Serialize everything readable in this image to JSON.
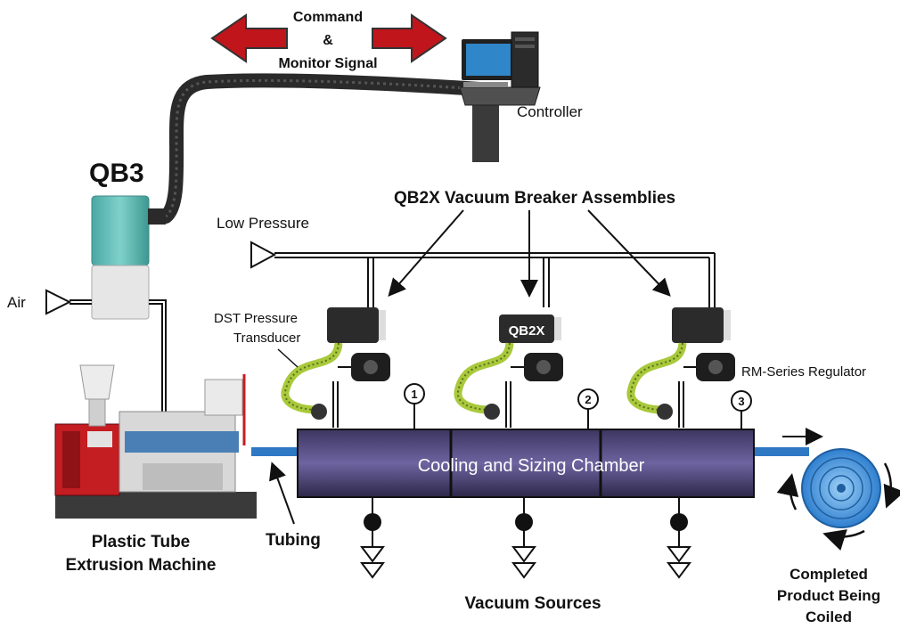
{
  "signal": {
    "line1": "Command",
    "line2": "&",
    "line3": "Monitor Signal"
  },
  "controller_label": "Controller",
  "qb3_label": "QB3",
  "air_label": "Air",
  "low_pressure_label": "Low Pressure",
  "qb2x_assemblies_label": "QB2X Vacuum Breaker Assemblies",
  "qb2x_badge": "QB2X",
  "dst": {
    "line1": "DST Pressure",
    "line2": "Transducer"
  },
  "regulator_label": "RM-Series Regulator",
  "chamber_label": "Cooling and Sizing Chamber",
  "port_numbers": [
    "1",
    "2",
    "3"
  ],
  "tubing_label": "Tubing",
  "extruder": {
    "line1": "Plastic Tube",
    "line2": "Extrusion Machine"
  },
  "vacuum_sources_label": "Vacuum Sources",
  "coil": {
    "line1": "Completed",
    "line2": "Product Being",
    "line3": "Coiled"
  },
  "colors": {
    "arrow_red": "#c0151b",
    "qb3_teal": "#5fb9b3",
    "chamber_purple": "#5a4f88",
    "tube_blue": "#2f78c4",
    "hose_green": "#a9c93c",
    "coil_blue": "#5aa6e8"
  }
}
